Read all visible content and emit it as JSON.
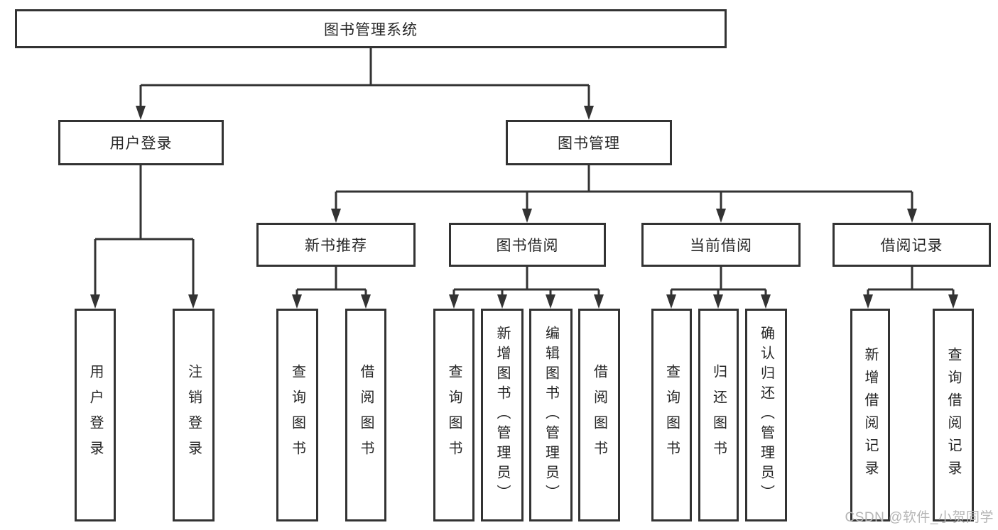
{
  "diagram": {
    "root": "图书管理系统",
    "branches": [
      {
        "label": "用户登录",
        "leaves": [
          "用户登录",
          "注销登录"
        ]
      },
      {
        "label": "图书管理",
        "groups": [
          {
            "label": "新书推荐",
            "leaves": [
              "查询图书",
              "借阅图书"
            ]
          },
          {
            "label": "图书借阅",
            "leaves": [
              "查询图书",
              "新增图书（管理员）",
              "编辑图书（管理员）",
              "借阅图书"
            ]
          },
          {
            "label": "当前借阅",
            "leaves": [
              "查询图书",
              "归还图书",
              "确认归还（管理员）"
            ]
          },
          {
            "label": "借阅记录",
            "leaves": [
              "新增借阅记录",
              "查询借阅记录"
            ]
          }
        ]
      }
    ]
  },
  "watermark": {
    "text": "CSDN @软件_小贺同学"
  },
  "colors": {
    "line": "#333333",
    "box_border": "#333333",
    "text": "#262626",
    "watermark": "#b5b5b5",
    "background": "#ffffff"
  }
}
